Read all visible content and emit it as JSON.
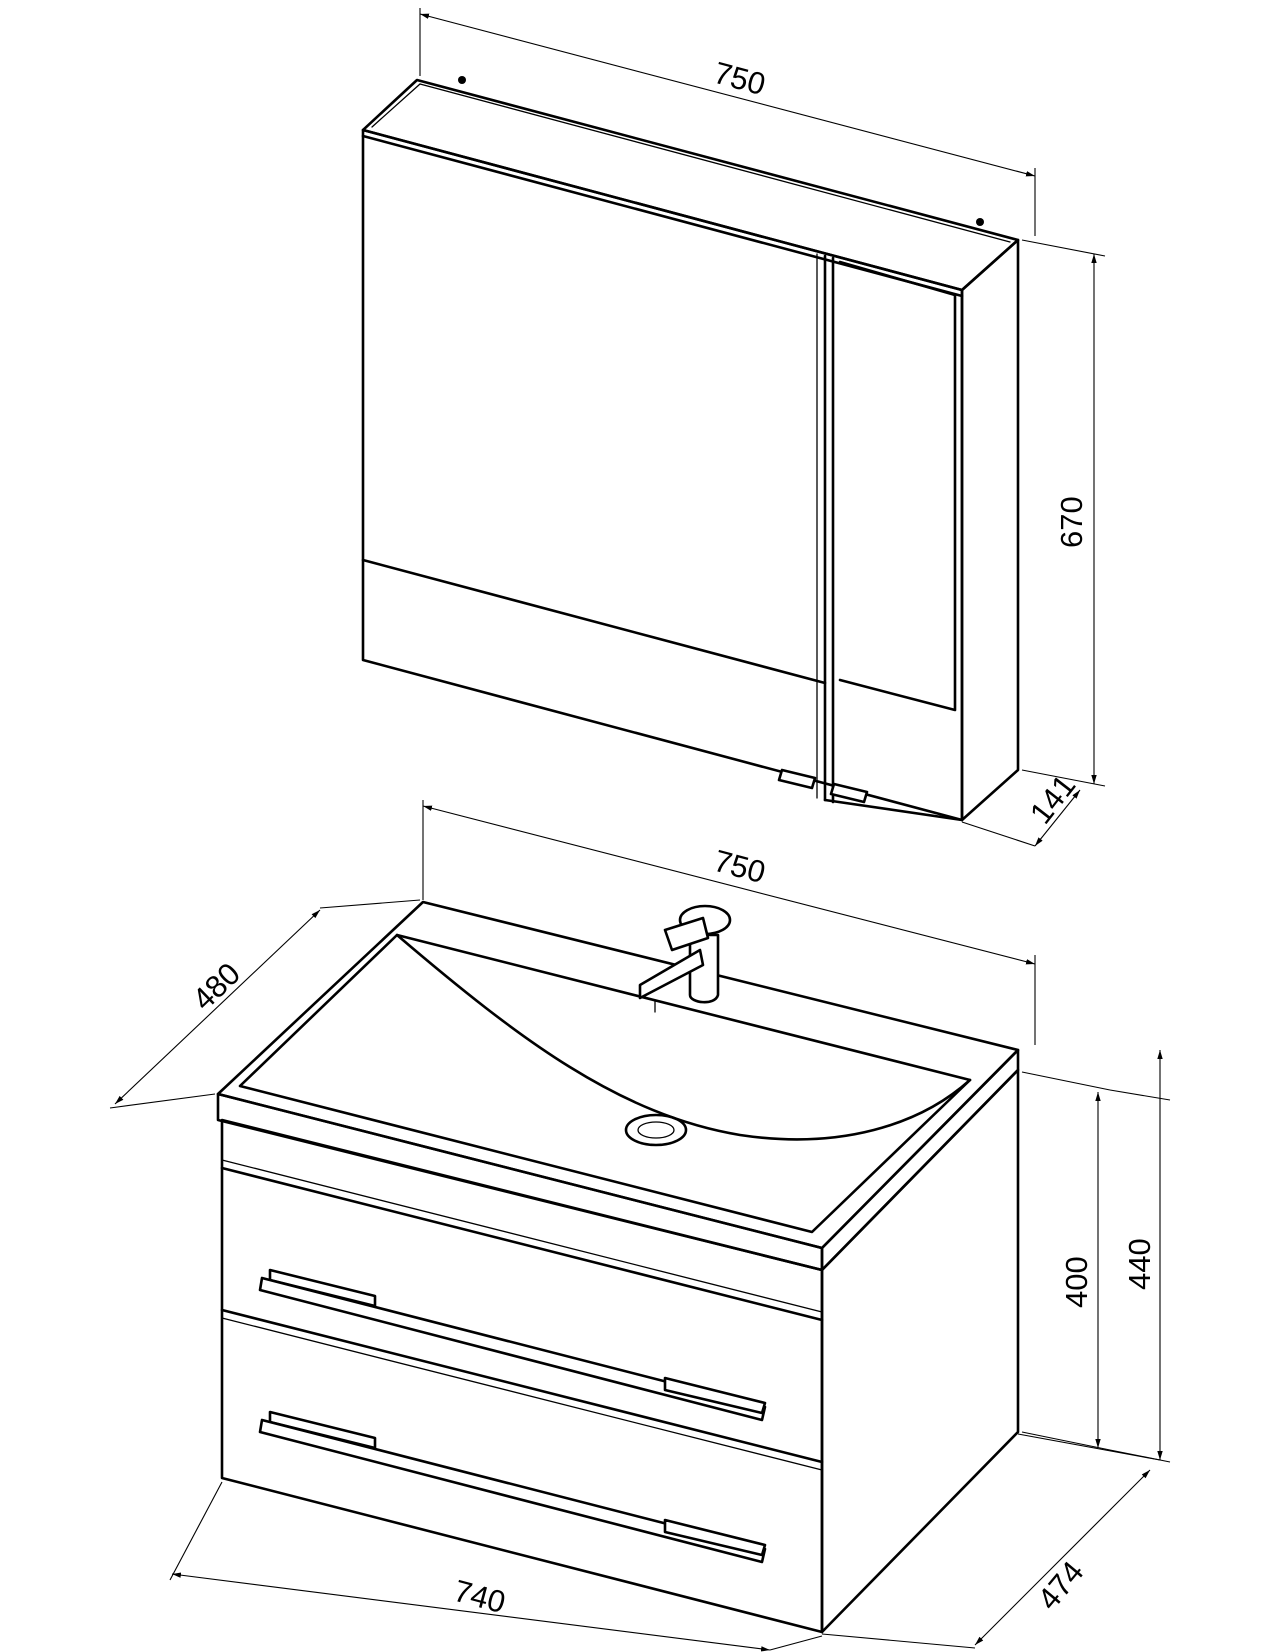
{
  "diagram": {
    "mirror_cabinet": {
      "width_label": "750",
      "height_label": "670",
      "depth_label": "141"
    },
    "vanity_unit": {
      "basin_width_label": "750",
      "basin_depth_label": "480",
      "cabinet_width_label": "740",
      "cabinet_depth_label": "474",
      "cabinet_height_label": "400",
      "total_height_label": "440"
    }
  }
}
